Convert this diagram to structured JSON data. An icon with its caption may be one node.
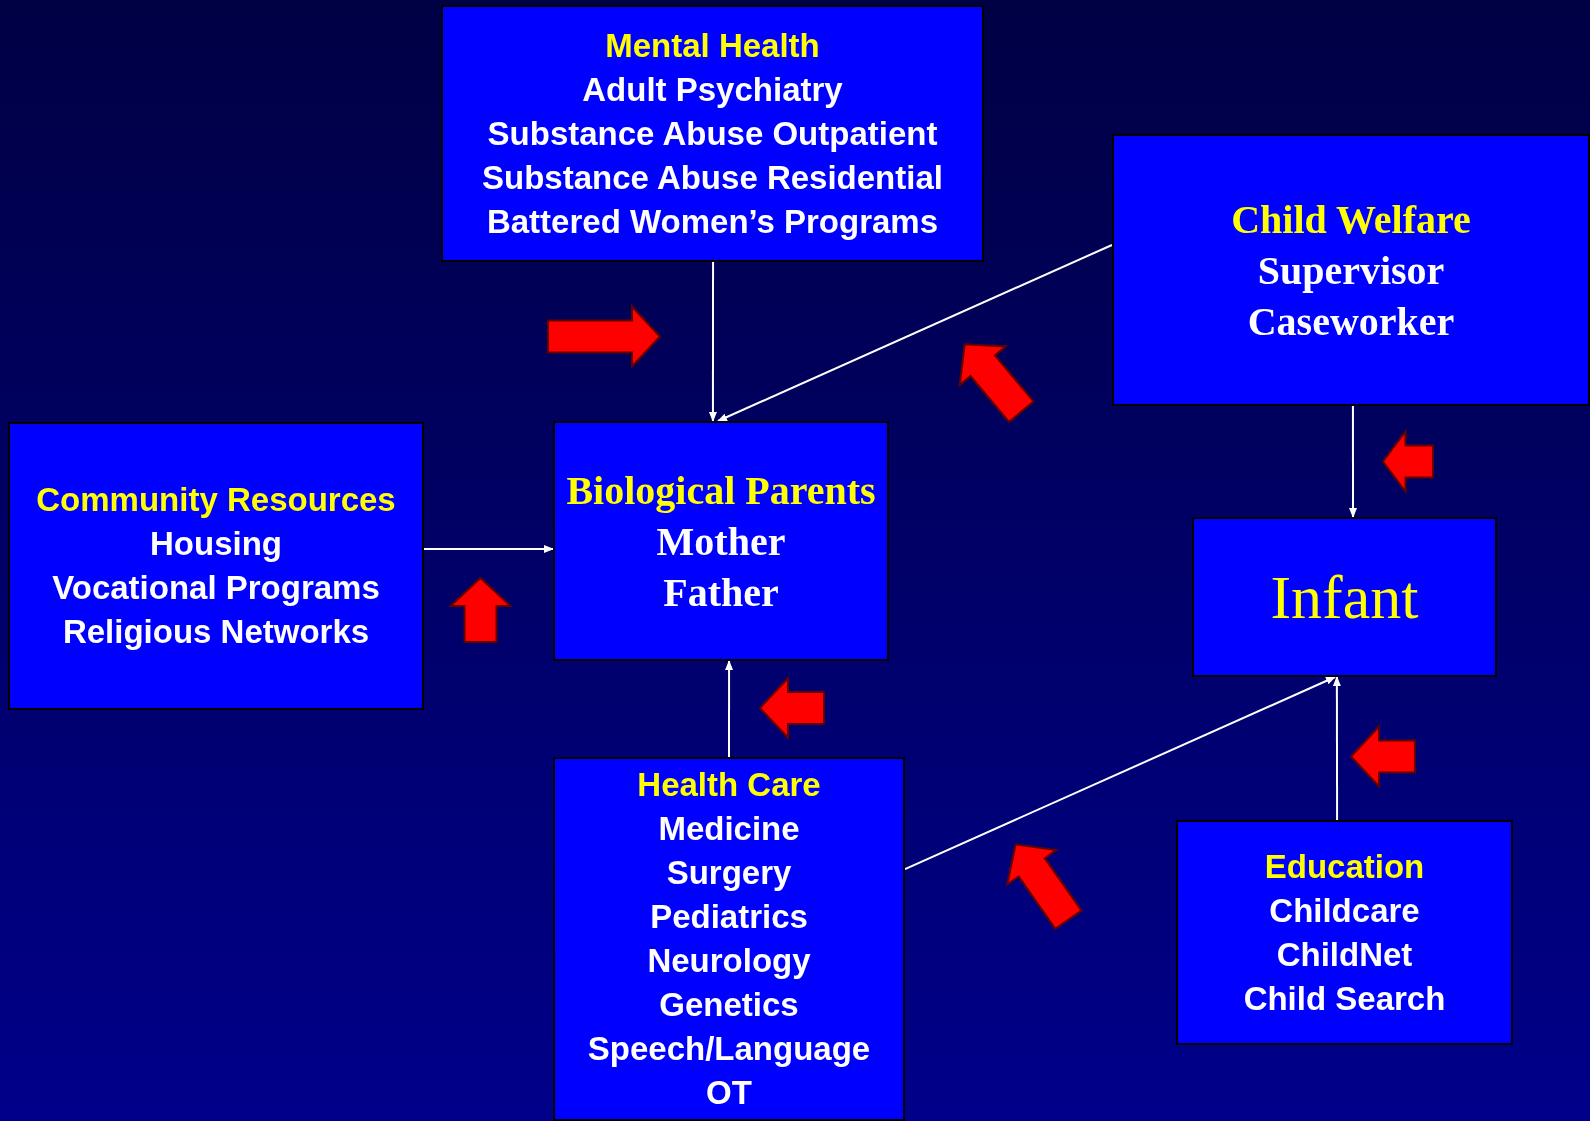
{
  "diagram": {
    "nodes": [
      {
        "text": [
          "Mental Health",
          "Adult Psychiatry",
          "Substance Abuse Outpatient",
          "Substance Abuse Residential",
          "Battered Women’s Programs"
        ]
      },
      {
        "text": [
          "Child Welfare",
          "Supervisor",
          "Caseworker"
        ]
      },
      {
        "text": [
          "Community Resources",
          "Housing",
          "Vocational Programs",
          "Religious Networks"
        ]
      },
      {
        "text": [
          "Biological Parents",
          "Mother",
          "Father"
        ]
      },
      {
        "text": [
          "Infant"
        ]
      },
      {
        "text": [
          "Health Care",
          "Medicine",
          "Surgery",
          "Pediatrics",
          "Neurology",
          "Genetics",
          "Speech/Language",
          "OT"
        ]
      },
      {
        "text": [
          "Education",
          "Childcare",
          "ChildNet",
          "Child Search"
        ]
      }
    ],
    "edges": [
      {
        "from": 0,
        "to": 3,
        "arrow": "to"
      },
      {
        "from": 1,
        "to": 3,
        "arrow": "to"
      },
      {
        "from": 2,
        "to": 3,
        "arrow": "to"
      },
      {
        "from": 1,
        "to": 4,
        "arrow": "to"
      },
      {
        "from": 5,
        "to": 3,
        "arrow": "to"
      },
      {
        "from": 5,
        "to": 4,
        "arrow": "to"
      },
      {
        "from": 6,
        "to": 4,
        "arrow": "to"
      }
    ]
  }
}
